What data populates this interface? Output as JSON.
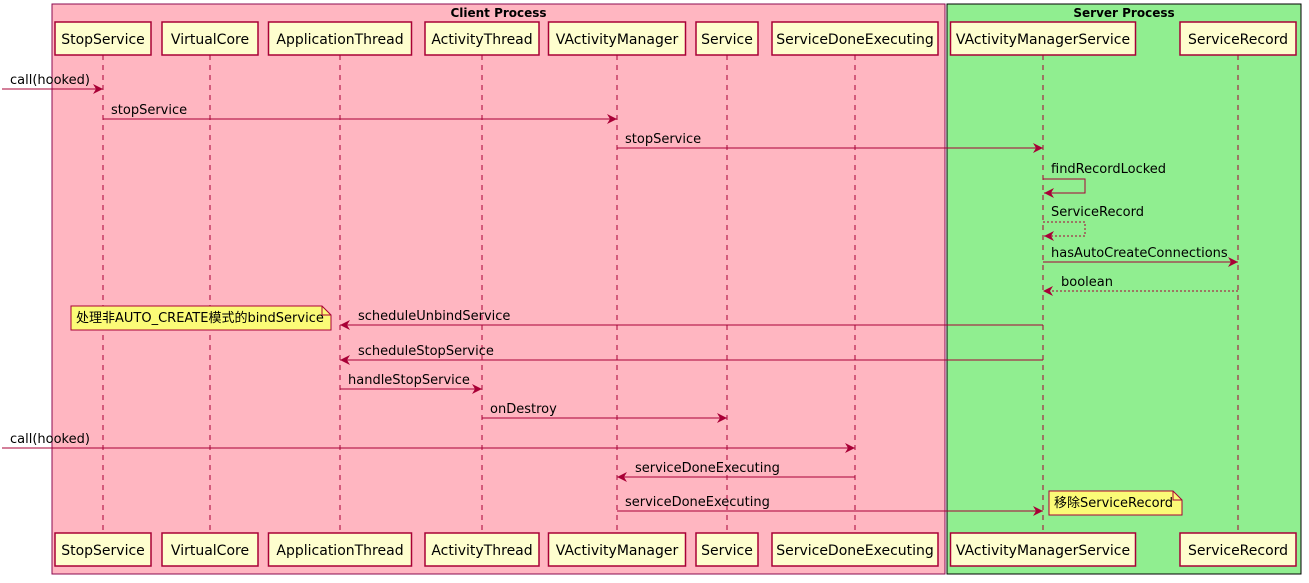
{
  "groups": [
    {
      "title": "Client Process",
      "fill": "#ffb6c1",
      "border": "#8b0a50"
    },
    {
      "title": "Server Process",
      "fill": "#90ee90",
      "border": "#000000"
    }
  ],
  "participants": [
    "StopService",
    "VirtualCore",
    "ApplicationThread",
    "ActivityThread",
    "VActivityManager",
    "Service",
    "ServiceDoneExecuting",
    "VActivityManagerService",
    "ServiceRecord"
  ],
  "messages": [
    {
      "label": "call(hooked)",
      "from": null,
      "to": "StopService",
      "style": "solid"
    },
    {
      "label": "stopService",
      "from": "StopService",
      "to": "VActivityManager",
      "style": "solid"
    },
    {
      "label": "stopService",
      "from": "VActivityManager",
      "to": "VActivityManagerService",
      "style": "solid"
    },
    {
      "label": "findRecordLocked",
      "from": "VActivityManagerService",
      "to": "VActivityManagerService",
      "style": "solid"
    },
    {
      "label": "ServiceRecord",
      "from": "VActivityManagerService",
      "to": "VActivityManagerService",
      "style": "dashed"
    },
    {
      "label": "hasAutoCreateConnections",
      "from": "VActivityManagerService",
      "to": "ServiceRecord",
      "style": "solid"
    },
    {
      "label": "boolean",
      "from": "ServiceRecord",
      "to": "VActivityManagerService",
      "style": "dashed"
    },
    {
      "label": "scheduleUnbindService",
      "from": "VActivityManagerService",
      "to": "ApplicationThread",
      "style": "solid"
    },
    {
      "label": "scheduleStopService",
      "from": "VActivityManagerService",
      "to": "ApplicationThread",
      "style": "solid"
    },
    {
      "label": "handleStopService",
      "from": "ApplicationThread",
      "to": "ActivityThread",
      "style": "solid"
    },
    {
      "label": "onDestroy",
      "from": "ActivityThread",
      "to": "Service",
      "style": "solid"
    },
    {
      "label": "call(hooked)",
      "from": null,
      "to": "ServiceDoneExecuting",
      "style": "solid"
    },
    {
      "label": "serviceDoneExecuting",
      "from": "ServiceDoneExecuting",
      "to": "VActivityManager",
      "style": "solid"
    },
    {
      "label": "serviceDoneExecuting",
      "from": "VActivityManager",
      "to": "VActivityManagerService",
      "style": "solid"
    }
  ],
  "notes": [
    {
      "text": "处理非AUTO_CREATE模式的bindService",
      "attached_to_message": 7,
      "side": "left"
    },
    {
      "text": "移除ServiceRecord",
      "attached_to_message": 13,
      "side": "right"
    }
  ],
  "colors": {
    "arrow": "#a80036",
    "participant_fill": "#fefece",
    "participant_border": "#a80036",
    "lifeline": "#a80036",
    "note_fill": "#fbfb77",
    "note_border": "#a80036"
  }
}
